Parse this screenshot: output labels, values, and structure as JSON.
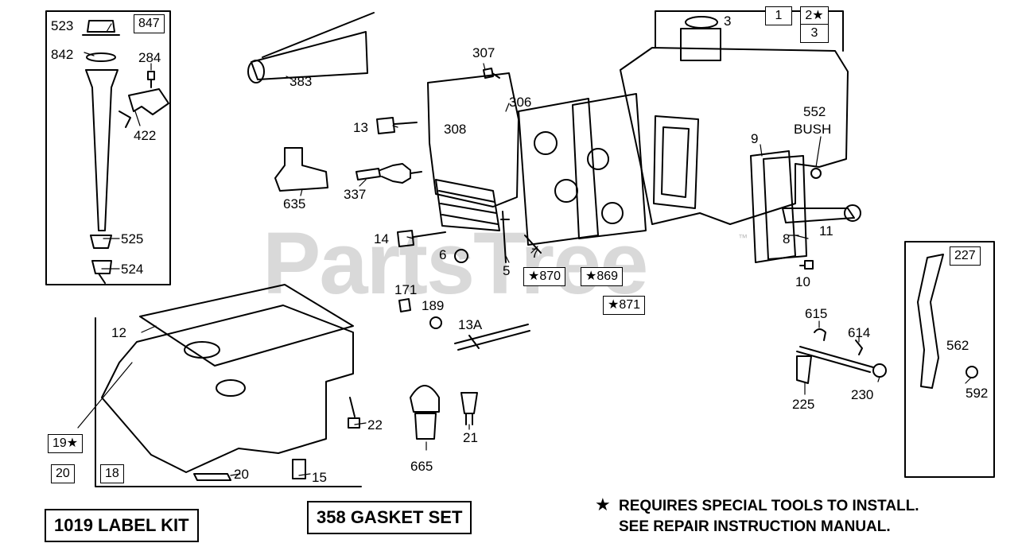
{
  "watermark": {
    "text": "PartsTree",
    "tm": "™"
  },
  "callouts": {
    "p523": "523",
    "p842": "842",
    "p284": "284",
    "p422": "422",
    "p525": "525",
    "p524": "524",
    "p383": "383",
    "p307": "307",
    "p306": "306",
    "p308": "308",
    "p13": "13",
    "p337": "337",
    "p635": "635",
    "p14": "14",
    "p6": "6",
    "p5": "5",
    "p7": "7",
    "p3": "3",
    "p552": "552",
    "bush": "BUSH",
    "p9": "9",
    "p8": "8",
    "p11": "11",
    "p10": "10",
    "p171": "171",
    "p189": "189",
    "p13a": "13A",
    "p12": "12",
    "p22": "22",
    "p15": "15",
    "p20b": "20",
    "p665": "665",
    "p21": "21",
    "p615": "615",
    "p614": "614",
    "p225": "225",
    "p230": "230",
    "p562": "562",
    "p592": "592"
  },
  "boxes": {
    "b847": "847",
    "b1": "1",
    "b2": "2★",
    "b3": "3",
    "b870": "★870",
    "b869": "★869",
    "b871": "★871",
    "b227": "227",
    "b19": "19★",
    "b20": "20",
    "b18": "18"
  },
  "kits": {
    "label_kit": "1019 LABEL KIT",
    "gasket_set": "358 GASKET SET"
  },
  "note": {
    "star": "★",
    "line1": "REQUIRES SPECIAL TOOLS TO INSTALL.",
    "line2": "SEE REPAIR INSTRUCTION MANUAL."
  }
}
